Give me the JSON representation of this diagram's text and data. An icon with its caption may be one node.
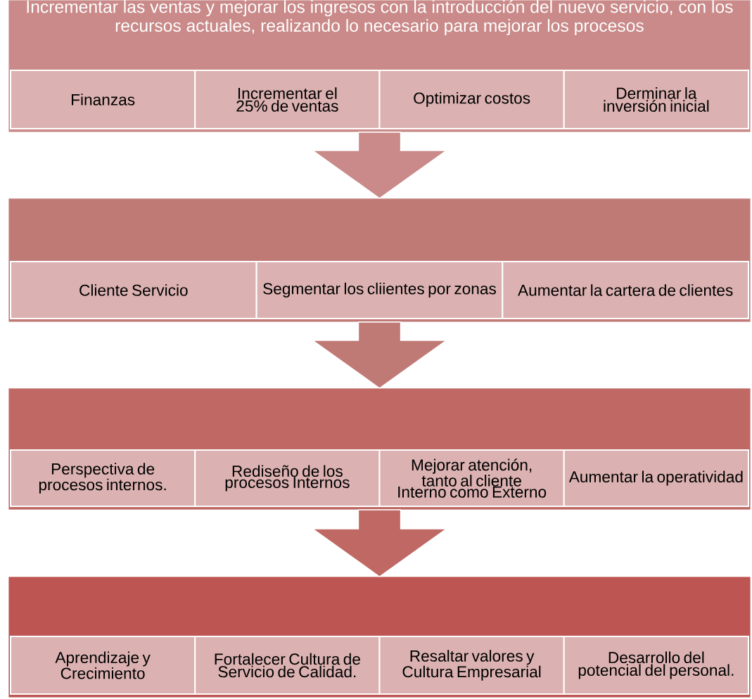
{
  "diagram": {
    "nodes": [
      {
        "text": [
          "Incrementar las ventas y mejorar los ingresos con la introducción del nuevo servicio, con los recursos actuales, realizando lo necesario para mejorar los procesos"
        ]
      },
      {
        "text": [
          "Finanzas"
        ],
        "in": 0
      },
      {
        "text": [
          "Incrementar el 25% de ventas"
        ],
        "in": 0
      },
      {
        "text": [
          "Optimizar costos"
        ],
        "in": 0
      },
      {
        "text": [
          "Derminar la inversión inicial"
        ],
        "in": 0
      },
      {
        "text": [],
        "shape": "box"
      },
      {
        "text": [
          "Cliente Servicio"
        ],
        "in": 5
      },
      {
        "text": [
          "Segmentar los cliientes por zonas"
        ],
        "in": 5
      },
      {
        "text": [
          "Aumentar la cartera de clientes"
        ],
        "in": 5
      },
      {
        "text": [],
        "shape": "box"
      },
      {
        "text": [
          "Perspectiva de procesos internos."
        ],
        "in": 9
      },
      {
        "text": [
          "Rediseño de los procesos Internos"
        ],
        "in": 9
      },
      {
        "text": [
          "Mejorar atención, tanto al cliente Interno como Externo"
        ],
        "in": 9
      },
      {
        "text": [
          "Aumentar la operatividad"
        ],
        "in": 9
      },
      {
        "text": [],
        "shape": "box"
      },
      {
        "text": [
          "Aprendizaje y Crecimiento"
        ],
        "in": 14
      },
      {
        "text": [
          "Fortalecer Cultura de Servicio de Calidad."
        ],
        "in": 14
      },
      {
        "text": [
          "Resaltar valores y Cultura Empresarial"
        ],
        "in": 14
      },
      {
        "text": [
          "Desarrollo del potencial del personal."
        ],
        "in": 14
      }
    ],
    "edges": [
      {
        "from": 0,
        "to": 5,
        "arrow": "to",
        "color": "#c98a89"
      },
      {
        "from": 5,
        "to": 9,
        "arrow": "to",
        "color": "#c07a76"
      },
      {
        "from": 9,
        "to": 14,
        "arrow": "to",
        "color": "#bf6864"
      }
    ]
  }
}
